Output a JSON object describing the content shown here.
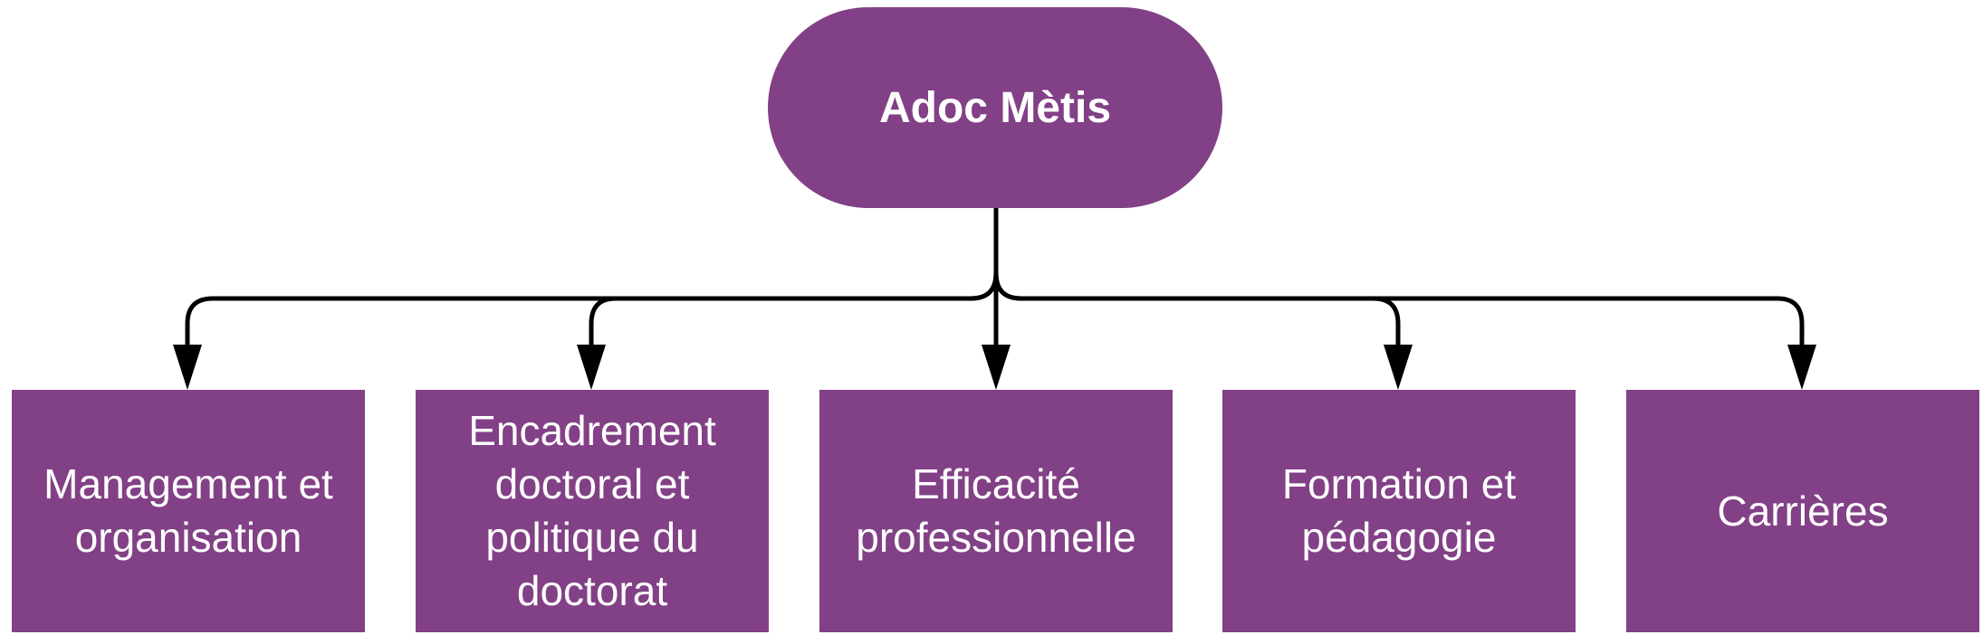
{
  "diagram": {
    "colors": {
      "node_fill": "#824086",
      "node_text": "#ffffff",
      "connector": "#000000"
    },
    "root": {
      "label": "Adoc Mètis"
    },
    "children": [
      {
        "label": "Management et organisation"
      },
      {
        "label": "Encadrement doctoral et politique du doctorat"
      },
      {
        "label": "Efficacité professionnelle"
      },
      {
        "label": "Formation et pédagogie"
      },
      {
        "label": "Carrières"
      }
    ]
  }
}
